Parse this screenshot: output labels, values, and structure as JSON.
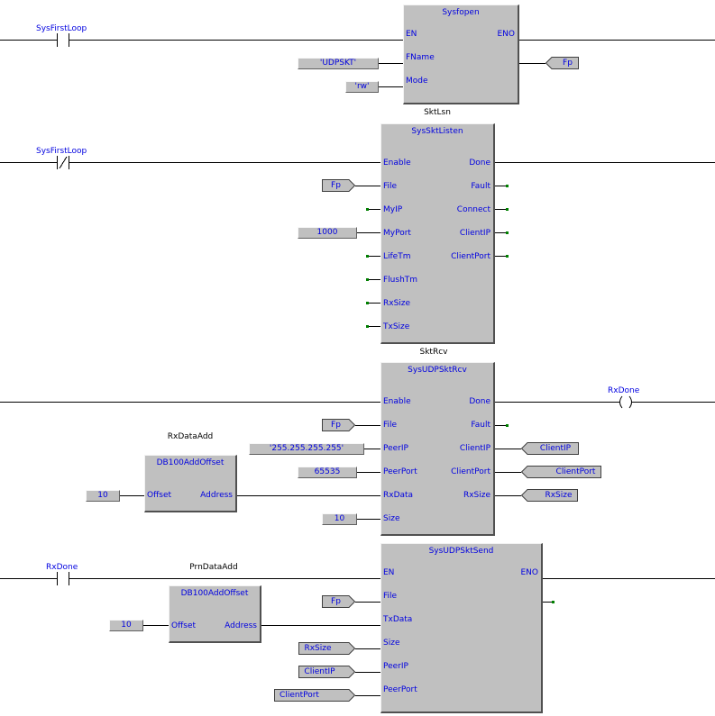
{
  "rung1": {
    "contact_label": "SysFirstLoop",
    "block": {
      "title": "Sysfopen",
      "in": [
        "EN",
        "FName",
        "Mode"
      ],
      "out": [
        "ENO"
      ]
    },
    "inputs": {
      "fname": "'UDPSKT'",
      "mode": "'rw'"
    },
    "outputs": {
      "result": "Fp"
    }
  },
  "rung2": {
    "contact_label": "SysFirstLoop",
    "instance": "SktLsn",
    "block": {
      "title": "SysSktListen",
      "in": [
        "Enable",
        "File",
        "MyIP",
        "MyPort",
        "LifeTm",
        "FlushTm",
        "RxSize",
        "TxSize"
      ],
      "out": [
        "Done",
        "Fault",
        "Connect",
        "ClientIP",
        "ClientPort"
      ]
    },
    "inputs": {
      "file": "Fp",
      "myport": "1000"
    }
  },
  "rung3": {
    "instance": "SktRcv",
    "block": {
      "title": "SysUDPSktRcv",
      "in": [
        "Enable",
        "File",
        "PeerIP",
        "PeerPort",
        "RxData",
        "Size"
      ],
      "out": [
        "Done",
        "Fault",
        "ClientIP",
        "ClientPort",
        "RxSize"
      ]
    },
    "inputs": {
      "file": "Fp",
      "peerip": "'255.255.255.255'",
      "peerport": "65535",
      "size": "10"
    },
    "coil_label": "RxDone",
    "coil_symbol": "( )",
    "outputs": {
      "clientip": "ClientIP",
      "clientport": "ClientPort",
      "rxsize": "RxSize"
    },
    "offset_block": {
      "instance": "RxDataAdd",
      "title": "DB100AddOffset",
      "in": [
        "Offset"
      ],
      "out": [
        "Address"
      ],
      "offset_value": "10"
    }
  },
  "rung4": {
    "contact_label": "RxDone",
    "block": {
      "title": "SysUDPSktSend",
      "in": [
        "EN",
        "File",
        "TxData",
        "Size",
        "PeerIP",
        "PeerPort"
      ],
      "out": [
        "ENO"
      ]
    },
    "inputs": {
      "file": "Fp",
      "size": "RxSize",
      "peerip": "ClientIP",
      "peerport": "ClientPort"
    },
    "offset_block": {
      "instance": "PrnDataAdd",
      "title": "DB100AddOffset",
      "in": [
        "Offset"
      ],
      "out": [
        "Address"
      ],
      "offset_value": "10"
    }
  }
}
